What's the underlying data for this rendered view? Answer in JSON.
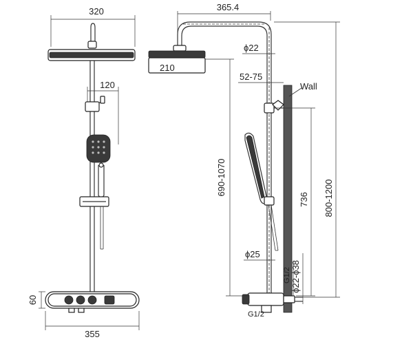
{
  "front_view": {
    "head_width": "320",
    "spout_depth": "120",
    "body_height": "60",
    "body_width": "355"
  },
  "side_view": {
    "arm_length": "365.4",
    "head_length": "210",
    "pipe_upper_diameter": "ϕ22",
    "wall_gap": "52-75",
    "wall_label": "Wall",
    "height_range": "690-1070",
    "total_height": "800-1200",
    "height_736": "736",
    "pipe_lower_diameter": "ϕ25",
    "thread_size": "G1/2",
    "connector_diameter": "ϕ22-ϕ38",
    "outlet_thread": "G1/2"
  },
  "colors": {
    "line": "#333333",
    "dark": "#3a3a3a",
    "grey_fill": "#d9d9d9"
  }
}
